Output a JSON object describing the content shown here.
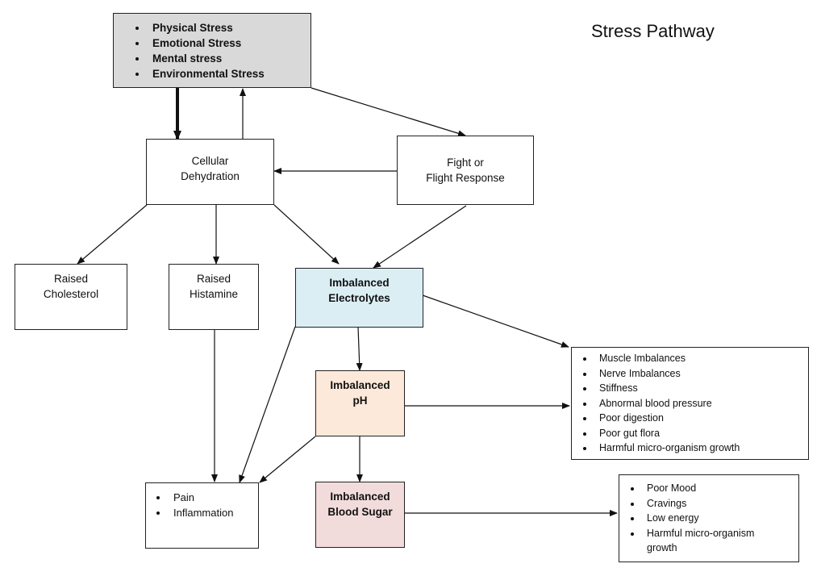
{
  "title": "Stress Pathway",
  "colors": {
    "stress_sources_fill": "#d9d9d9",
    "electrolytes_fill": "#dbeef4",
    "ph_fill": "#fde9d9",
    "blood_sugar_fill": "#f2dcdb"
  },
  "nodes": {
    "stress_sources": [
      "Physical Stress",
      "Emotional Stress",
      "Mental stress",
      "Environmental Stress"
    ],
    "cellular_dehydration": "Cellular\nDehydration",
    "fight_or_flight": "Fight or\nFlight Response",
    "raised_cholesterol": "Raised\nCholesterol",
    "raised_histamine": "Raised\nHistamine",
    "imbalanced_electrolytes": "Imbalanced\nElectrolytes",
    "imbalanced_ph": "Imbalanced\npH",
    "imbalanced_blood_sugar": "Imbalanced\nBlood Sugar",
    "pain_inflammation": [
      "Pain",
      "Inflammation"
    ],
    "symptoms_muscle": [
      "Muscle Imbalances",
      "Nerve Imbalances",
      "Stiffness",
      "Abnormal blood pressure",
      "Poor digestion",
      "Poor gut flora",
      "Harmful micro-organism growth"
    ],
    "symptoms_mood": [
      "Poor Mood",
      "Cravings",
      "Low energy",
      "Harmful micro-organism growth"
    ]
  }
}
